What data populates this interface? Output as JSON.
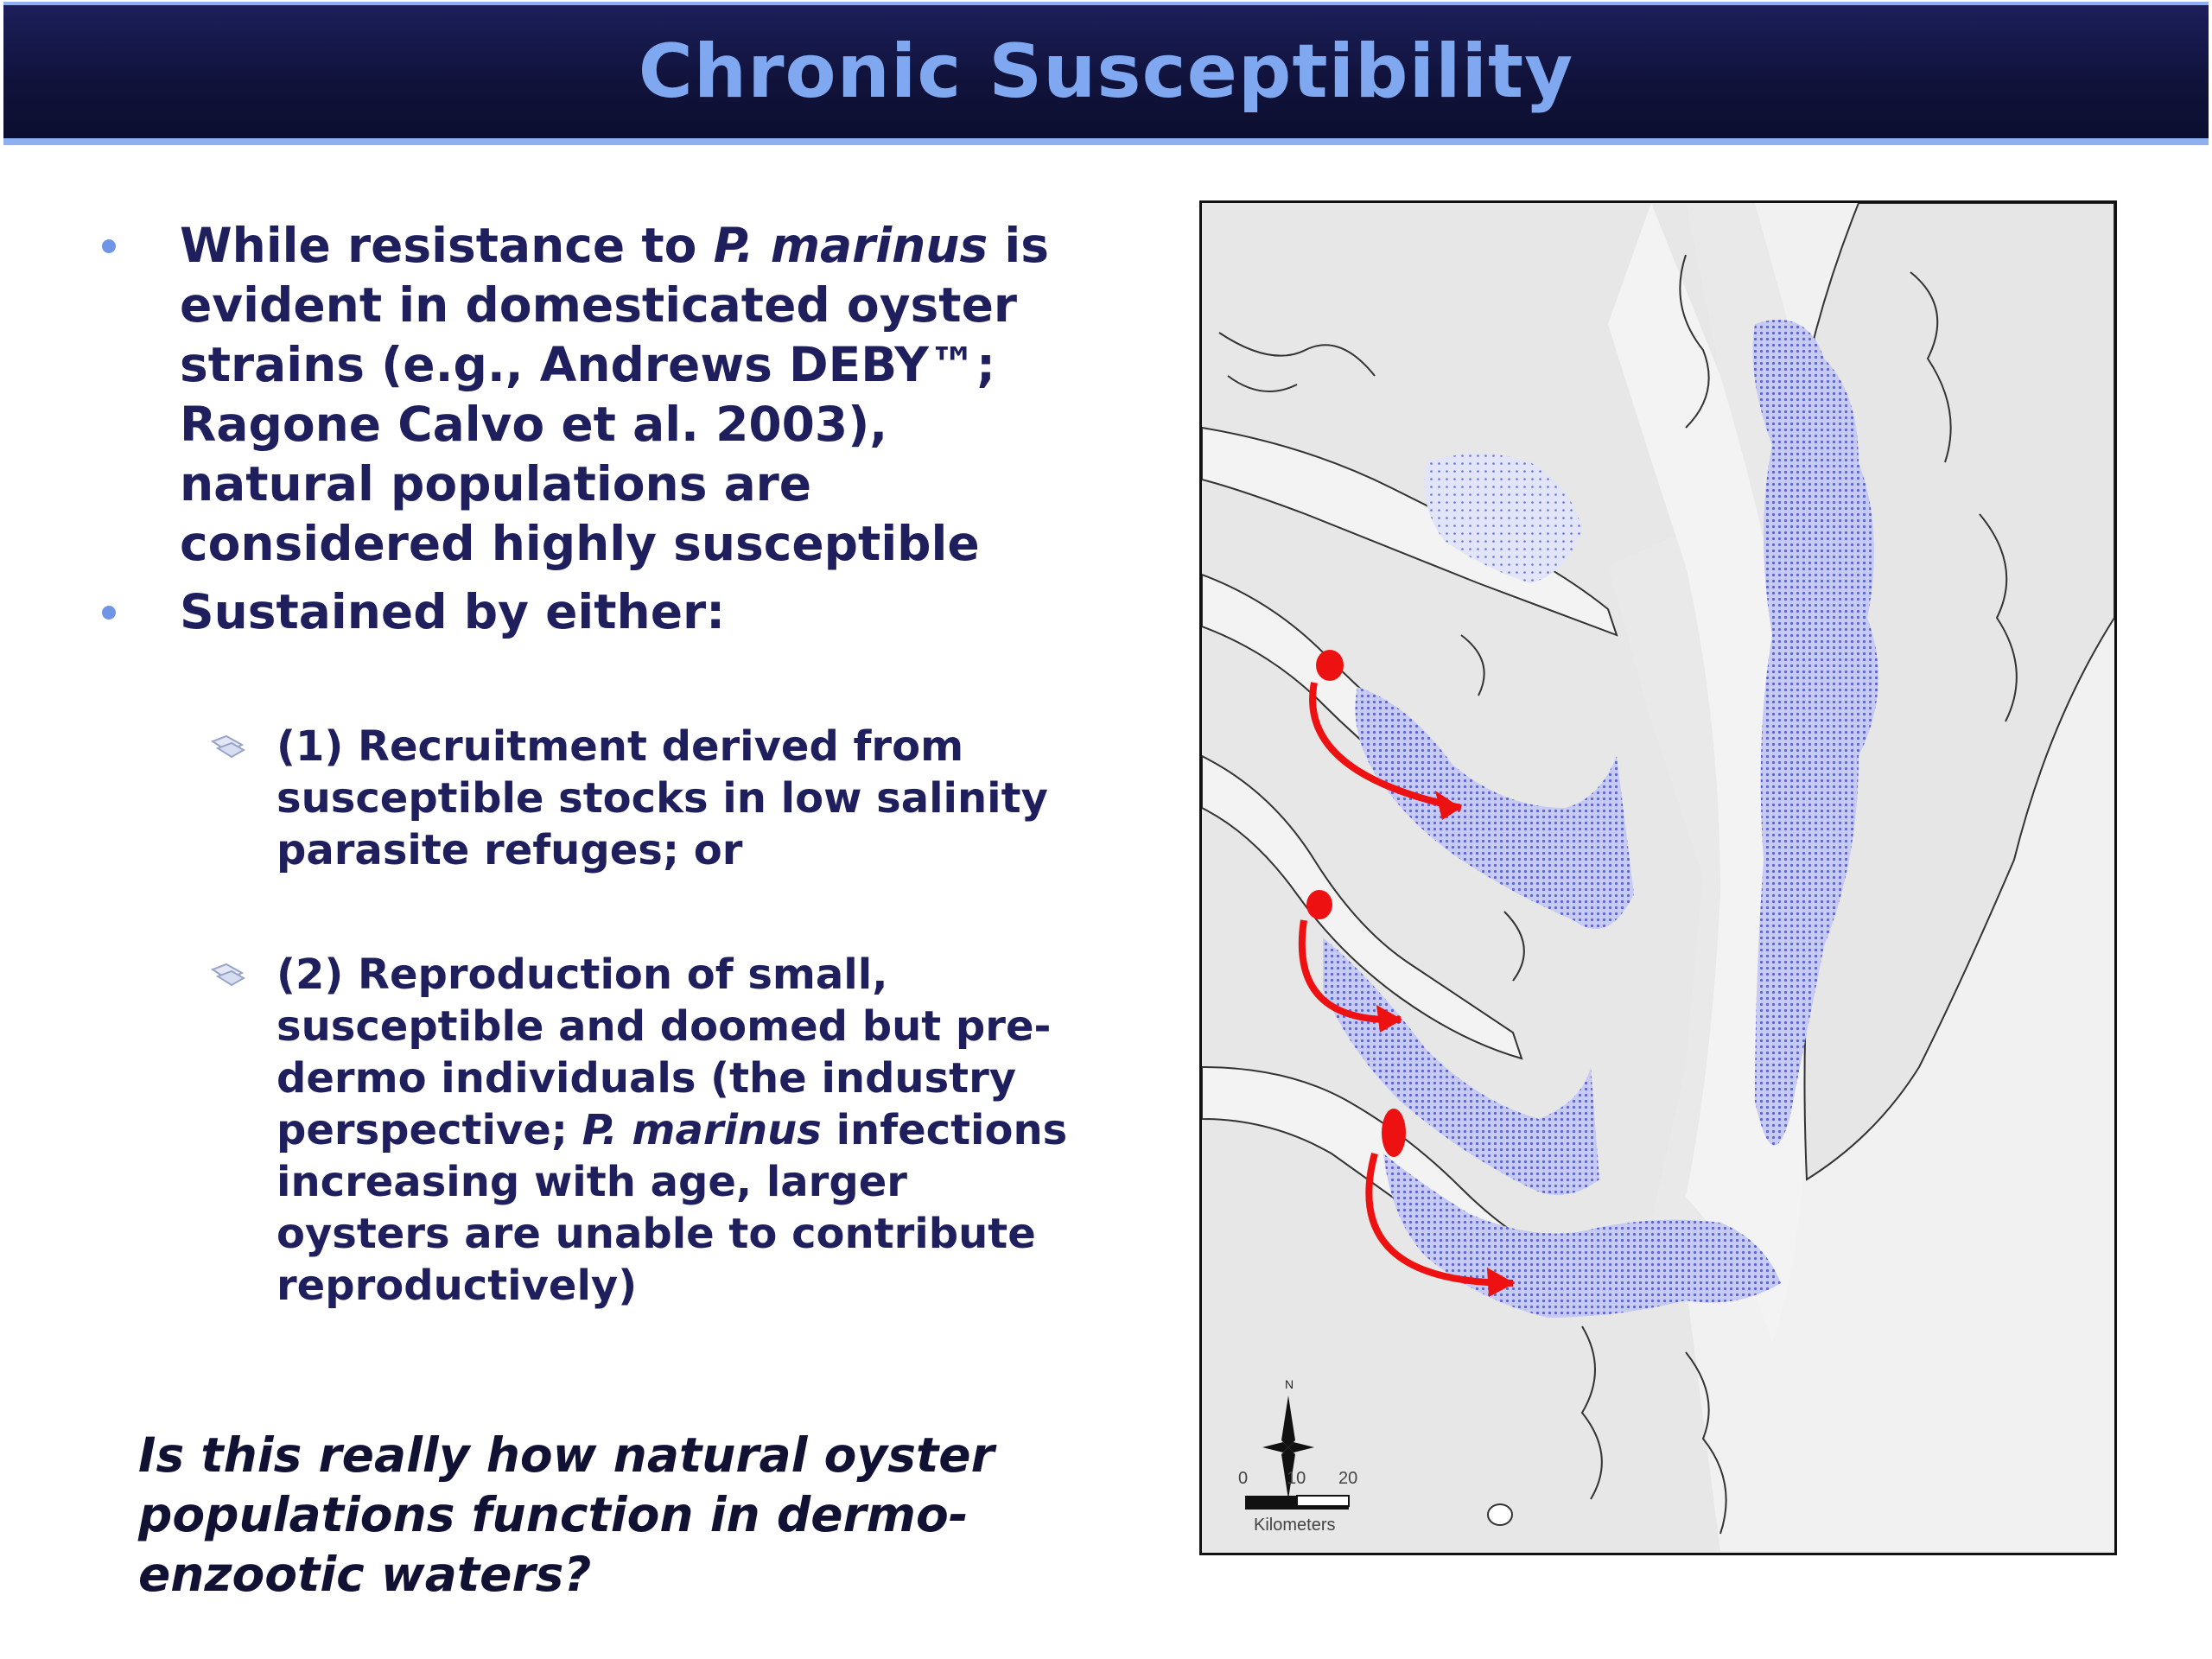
{
  "title": "Chronic Susceptibility",
  "bullets": [
    {
      "lines": [
        [
          "While resistance to ",
          {
            "i": "P. marinus"
          },
          " is"
        ],
        [
          "evident in domesticated oyster"
        ],
        [
          "strains (e.g., Andrews DEBY™;"
        ],
        [
          "Ragone Calvo et al. 2003),"
        ],
        [
          "natural populations are"
        ],
        [
          "considered highly susceptible"
        ]
      ]
    },
    {
      "lines": [
        [
          "Sustained by either:"
        ]
      ]
    }
  ],
  "subbullets": [
    {
      "lines": [
        "(1) Recruitment derived from",
        "susceptible stocks in low salinity",
        "parasite refuges; or"
      ]
    },
    {
      "lines": [
        "(2) Reproduction of small,",
        "susceptible and doomed but pre-",
        "dermo individuals (the industry",
        [
          "perspective; ",
          {
            "i": "P. marinus"
          },
          " infections"
        ],
        "increasing with age, larger",
        "oysters are unable to contribute",
        "reproductively)"
      ]
    }
  ],
  "question": [
    "Is this really how natural oyster",
    "populations function in dermo-",
    "enzootic waters?"
  ],
  "map": {
    "north_label": "N",
    "scale_ticks": [
      "0",
      "10",
      "20"
    ],
    "scale_unit": "Kilometers",
    "colors": {
      "water": "#f3f3f3",
      "land": "#e6e6e6",
      "oyster_area": "#9aa2f0",
      "arrow": "#ee1111"
    }
  }
}
